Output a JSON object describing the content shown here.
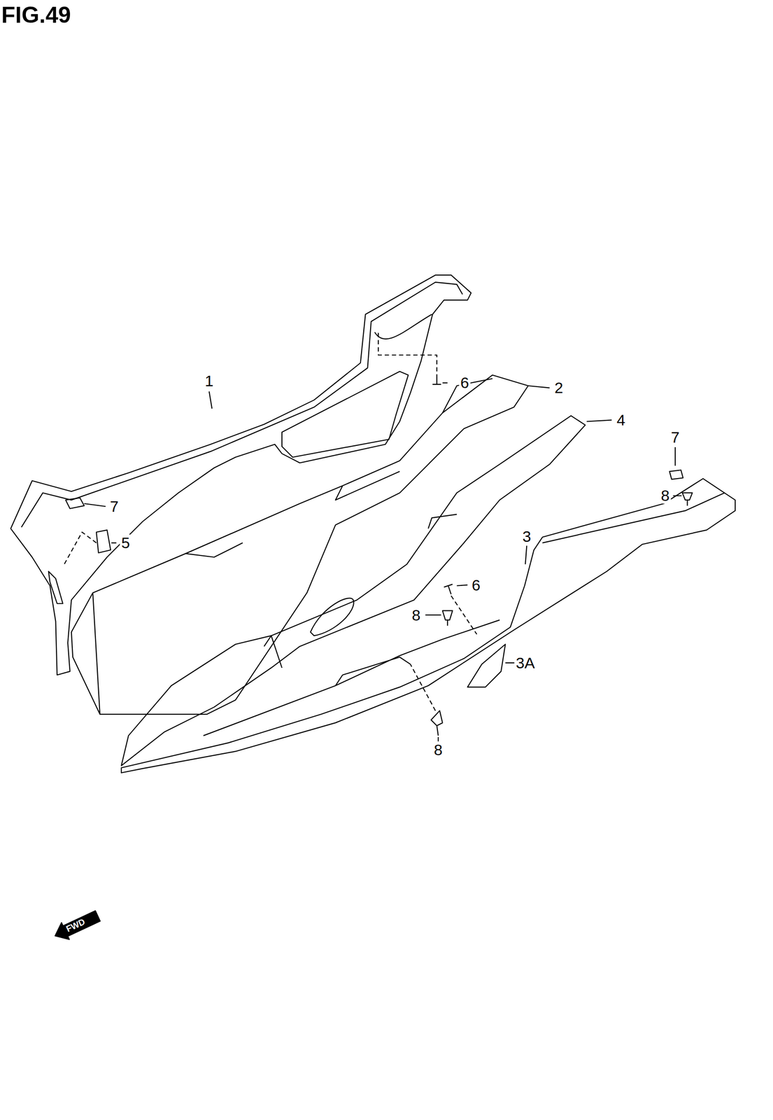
{
  "diagram": {
    "title": "FIG.49",
    "labels": [
      "1",
      "6",
      "2",
      "4",
      "7",
      "8",
      "7",
      "5",
      "3",
      "6",
      "8",
      "3A",
      "8",
      "FWD"
    ]
  }
}
